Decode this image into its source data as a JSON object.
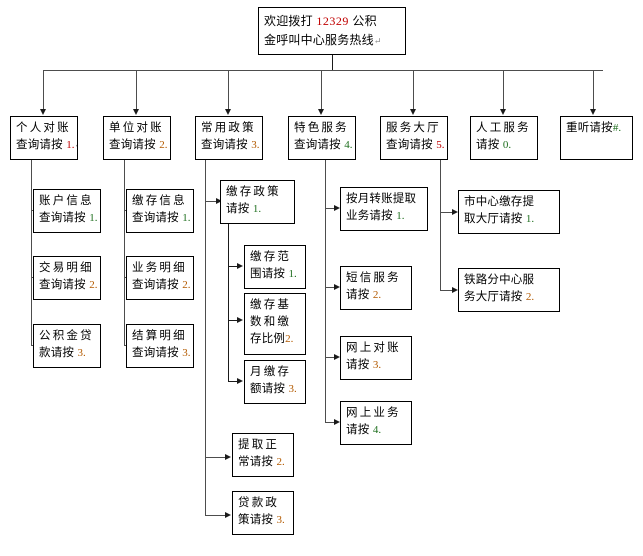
{
  "diagram": {
    "title_root": {
      "line1_prefix": "欢迎拨打",
      "line1_number": "12329",
      "line1_suffix": "公积",
      "line2": "金呼叫中心服务热线",
      "paragraph_mark": "↵"
    },
    "level1": [
      {
        "name": "individual-reconciliation",
        "line1": "个人对账",
        "line2": "查询请按",
        "key": "1."
      },
      {
        "name": "unit-reconciliation",
        "line1": "单位对账",
        "line2": "查询请按",
        "key": "2."
      },
      {
        "name": "common-policy",
        "line1": "常用政策",
        "line2": "查询请按",
        "key": "3."
      },
      {
        "name": "featured-service",
        "line1": "特色服务",
        "line2": "查询请按",
        "key": "4."
      },
      {
        "name": "service-hall",
        "line1": "服务大厅",
        "line2": "查询请按",
        "key": "5."
      },
      {
        "name": "manual-service",
        "line1": "人工服务",
        "line2": "请按",
        "key": "0."
      },
      {
        "name": "replay",
        "line1": "重听请按",
        "line2": "",
        "key": "#."
      }
    ],
    "individual_children": [
      {
        "name": "account-info-query",
        "line1": "账户信息",
        "line2": "查询请按",
        "key": "1."
      },
      {
        "name": "transaction-detail-query",
        "line1": "交易明细",
        "line2": "查询请按",
        "key": "2."
      },
      {
        "name": "housing-fund-loan",
        "line1": "公积金贷",
        "line2": "款请按",
        "key": "3."
      }
    ],
    "unit_children": [
      {
        "name": "deposit-info-query",
        "line1": "缴存信息",
        "line2": "查询请按",
        "key": "1."
      },
      {
        "name": "business-detail-query",
        "line1": "业务明细",
        "line2": "查询请按",
        "key": "2."
      },
      {
        "name": "settlement-detail-query",
        "line1": "结算明细",
        "line2": "查询请按",
        "key": "3."
      }
    ],
    "policy_children": [
      {
        "name": "deposit-policy",
        "line1": "缴存政策",
        "line2": "请按",
        "key": "1."
      },
      {
        "name": "withdrawal-normal",
        "line1": "提取正",
        "line2": "常请按",
        "key": "2."
      },
      {
        "name": "loan-policy",
        "line1": "贷款政",
        "line2": "策请按",
        "key": "3."
      }
    ],
    "deposit_policy_children": [
      {
        "name": "deposit-scope",
        "line1": "缴存范",
        "line2": "围请按",
        "line3": "",
        "key": "1."
      },
      {
        "name": "deposit-base-and-ratio",
        "line1": "缴存基",
        "line2": "数和缴",
        "line3": "存比例",
        "key": "2."
      },
      {
        "name": "monthly-deposit-amount",
        "line1": "月缴存",
        "line2": "额请按",
        "line3": "",
        "key": "3."
      }
    ],
    "featured_children": [
      {
        "name": "monthly-transfer-withdrawal",
        "line1": "按月转账提取",
        "line2": "业务请按",
        "key": "1."
      },
      {
        "name": "sms-service",
        "line1": "短信服务",
        "line2": "请按",
        "key": "2."
      },
      {
        "name": "online-reconciliation",
        "line1": "网上对账",
        "line2": "请按",
        "key": "3."
      },
      {
        "name": "online-business",
        "line1": "网上业务",
        "line2": "请按",
        "key": "4."
      }
    ],
    "hall_children": [
      {
        "name": "city-center-hall",
        "line1": "市中心缴存提",
        "line2": "取大厅请按",
        "key": "1."
      },
      {
        "name": "railway-branch-hall",
        "line1": "铁路分中心服",
        "line2": "务大厅请按",
        "key": "2."
      }
    ],
    "colors": {
      "box_border": "#000000",
      "connector": "#4d4d4d",
      "arrow": "#1a1a1a",
      "number_red": "#c00000",
      "background": "#ffffff"
    }
  }
}
